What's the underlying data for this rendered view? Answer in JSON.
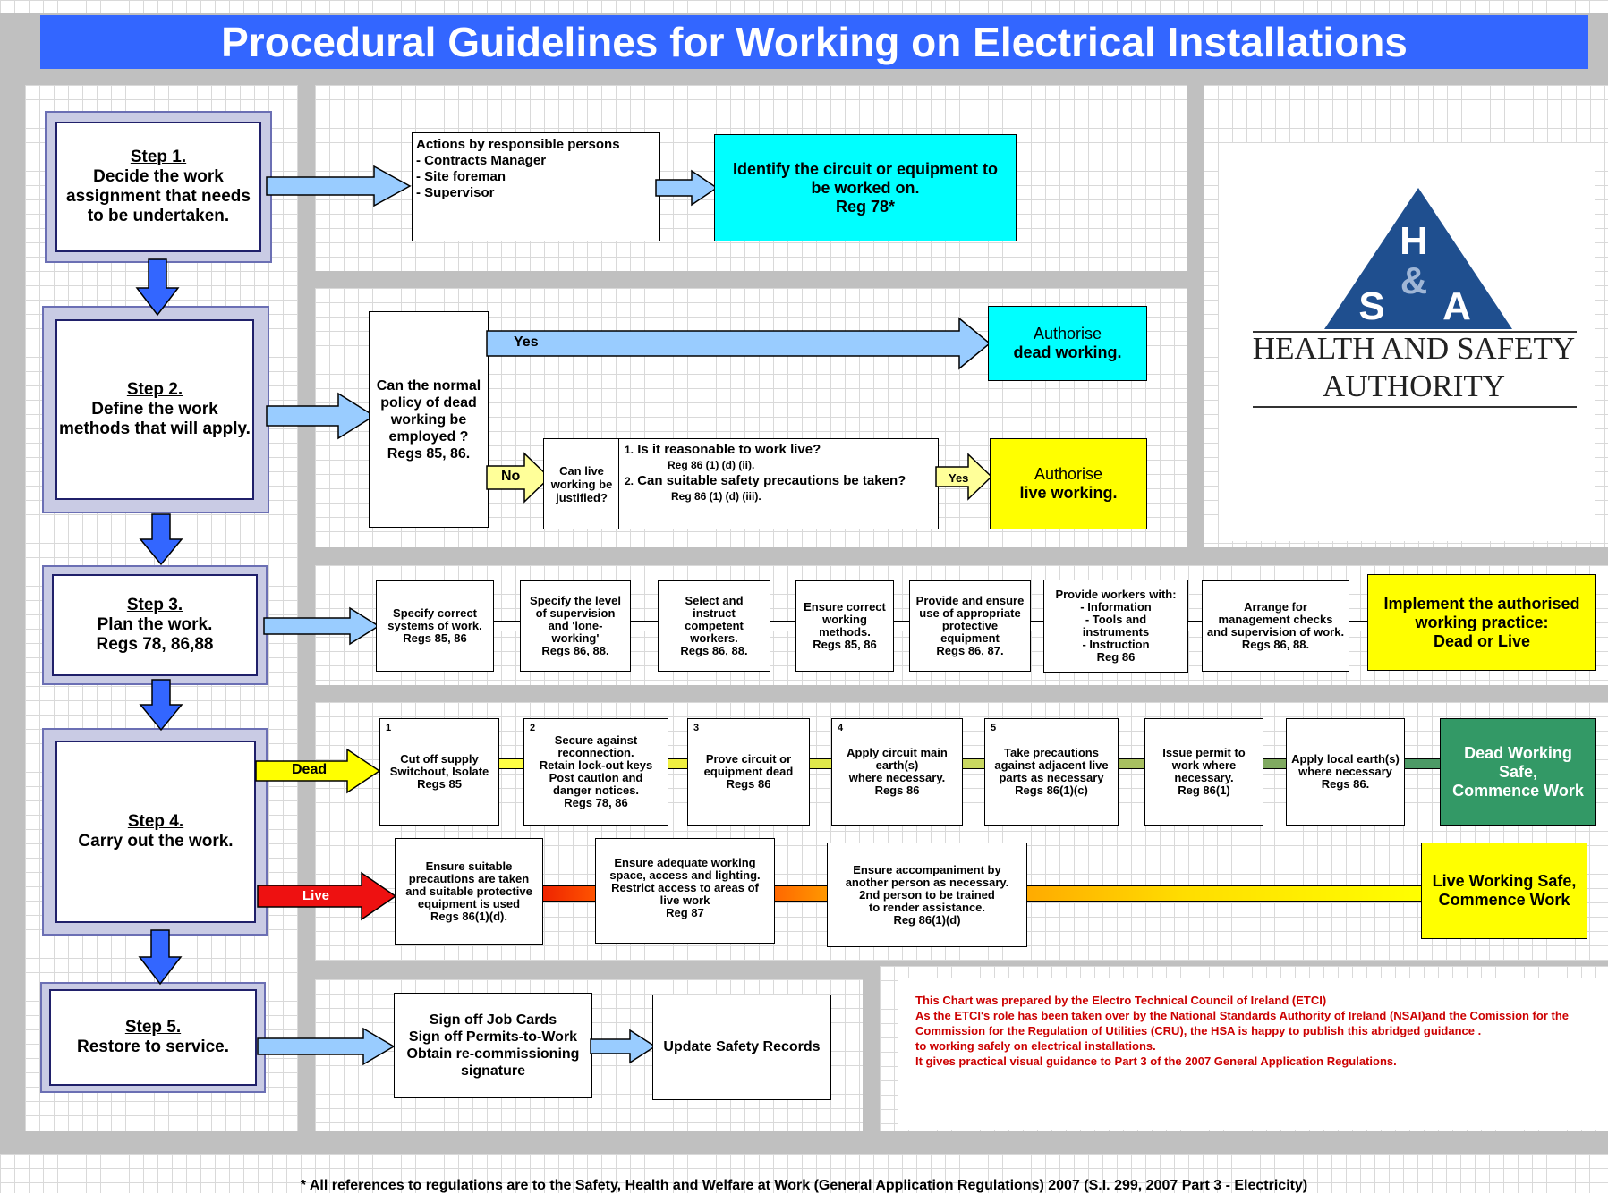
{
  "title": "Procedural Guidelines for Working on Electrical Installations",
  "logo": {
    "letters": [
      "H",
      "&",
      "S",
      "A"
    ],
    "line1": "HEALTH AND SAFETY",
    "line2": "AUTHORITY"
  },
  "steps": [
    {
      "num": "Step 1.",
      "line1": "Decide the work",
      "line2": "assignment that needs",
      "line3": "to be undertaken."
    },
    {
      "num": "Step 2.",
      "line1": "Define the work",
      "line2": "methods that will apply."
    },
    {
      "num": "Step 3.",
      "line1": "Plan the work.",
      "line2": "Regs 78, 86,88"
    },
    {
      "num": "Step 4.",
      "line1": "Carry out the work."
    },
    {
      "num": "Step 5.",
      "line1": "Restore to service."
    }
  ],
  "row1": {
    "actions": [
      "Actions by responsible persons",
      "- Contracts Manager",
      "- Site foreman",
      "- Supervisor"
    ],
    "identify": [
      "Identify the circuit or equipment to",
      "be worked on.",
      "Reg  78*"
    ]
  },
  "row2": {
    "question": [
      "Can the normal",
      "policy of dead",
      "working be",
      "employed ?",
      "Regs 85, 86."
    ],
    "yes": "Yes",
    "no": "No",
    "auth_dead": [
      "Authorise",
      "dead working."
    ],
    "justified": [
      "Can live",
      "working be",
      "justified?"
    ],
    "q1_num": "1.",
    "q1": "Is it reasonable to work live?",
    "q1_reg": "Reg 86 (1) (d) (ii).",
    "q2_num": "2.",
    "q2": "Can suitable safety precautions be taken?",
    "q2_reg": "Reg 86 (1) (d) (iii).",
    "yes2": "Yes",
    "auth_live": [
      "Authorise",
      "live working."
    ]
  },
  "row3": {
    "items": [
      [
        "Specify correct",
        "systems  of work.",
        "Regs 85, 86"
      ],
      [
        "Specify the level",
        "of supervision",
        "and 'lone-",
        "working'",
        "Regs 86, 88."
      ],
      [
        "Select and",
        "instruct",
        "competent",
        "workers.",
        "Regs 86, 88."
      ],
      [
        "Ensure  correct",
        "working",
        "methods.",
        "Regs 85, 86"
      ],
      [
        "Provide and ensure",
        "use of appropriate",
        "protective",
        "equipment",
        "Regs 86, 87."
      ],
      [
        "Provide workers with:",
        "- Information",
        "- Tools and",
        "instruments",
        "- Instruction",
        "Reg 86"
      ],
      [
        "Arrange for",
        "management checks",
        "and supervision  of work.",
        "Regs 86, 88."
      ]
    ],
    "implement": [
      "Implement the authorised",
      "working practice:",
      "Dead or Live"
    ]
  },
  "row4": {
    "dead_label": "Dead",
    "live_label": "Live",
    "dead_items": [
      {
        "n": "1",
        "lines": [
          "Cut off supply",
          "Switchout, Isolate",
          "Regs 85"
        ]
      },
      {
        "n": "2",
        "lines": [
          "Secure against",
          "reconnection.",
          "Retain lock-out keys",
          "Post  caution and",
          "danger notices.",
          "Regs 78, 86"
        ]
      },
      {
        "n": "3",
        "lines": [
          "Prove circuit or",
          "equipment dead",
          "Regs 86"
        ]
      },
      {
        "n": "4",
        "lines": [
          "Apply circuit main",
          "earth(s)",
          "where necessary.",
          "Regs 86"
        ]
      },
      {
        "n": "5",
        "lines": [
          "Take precautions",
          "against adjacent live",
          "parts as necessary",
          "Regs 86(1)(c)"
        ]
      },
      {
        "n": "",
        "lines": [
          "Issue  permit to",
          "work where",
          "necessary.",
          "Reg 86(1)"
        ]
      },
      {
        "n": "",
        "lines": [
          "Apply  local earth(s)",
          "where necessary",
          "Regs 86."
        ]
      }
    ],
    "dead_safe": [
      "Dead Working",
      "Safe,",
      "Commence Work"
    ],
    "live_items": [
      [
        "Ensure  suitable",
        "precautions are taken",
        "and suitable protective",
        "equipment is used",
        "Regs  86(1)(d)."
      ],
      [
        "Ensure  adequate working",
        "space, access  and lighting.",
        "Restrict access  to areas of",
        "live work",
        "Reg 87"
      ],
      [
        "Ensure  accompaniment by",
        "another person  as necessary.",
        "2nd person  to be trained",
        "to render assistance.",
        "Reg 86(1)(d)"
      ]
    ],
    "live_safe": [
      "Live Working Safe,",
      "Commence Work"
    ]
  },
  "row5": {
    "signoff": [
      "Sign off Job Cards",
      "Sign off Permits-to-Work",
      "Obtain re-commissioning",
      "signature"
    ],
    "update": "Update Safety Records"
  },
  "note": [
    "This Chart was prepared by the Electro Technical Council of Ireland (ETCI)",
    "As the ETCI's role has been taken over by the National Standards Authority of Ireland (NSAI)and the Comission for the",
    "Commission for the Regulation of Utilities (CRU), the HSA is happy to publish this abridged guidance    .",
    "to working safely on electrical installations.",
    "It gives practical visual guidance to Part 3 of the 2007 General Application Regulations."
  ],
  "footer": "* All references to regulations are to the Safety, Health and Welfare at Work (General Application Regulations) 2007 (S.I. 299, 2007 Part 3 - Electricity)",
  "colors": {
    "title_bg": "#3366ff",
    "cyan": "#00ffff",
    "yellow": "#ffff00",
    "green": "#339966",
    "red": "#ee1111",
    "arrow_blue": "#99ccff",
    "down_arrow": "#3366ff"
  }
}
